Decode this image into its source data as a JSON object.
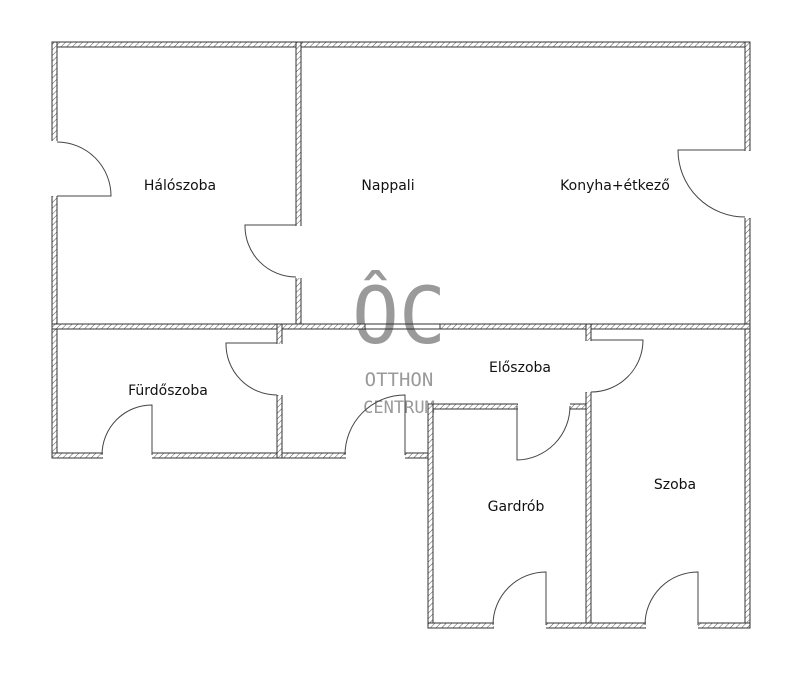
{
  "floorplan": {
    "rooms": {
      "halo": "Hálószoba",
      "nappali": "Nappali",
      "konyha": "Konyha+étkező",
      "furdo": "Fürdőszoba",
      "eloszoba": "Előszoba",
      "gardrob": "Gardrób",
      "szoba": "Szoba"
    },
    "watermark": {
      "mark": "ÔC",
      "line1": "OTTHON",
      "line2": "CENTRUM"
    },
    "colors": {
      "wall": "#333333",
      "watermark": "#9a9a9a"
    }
  }
}
